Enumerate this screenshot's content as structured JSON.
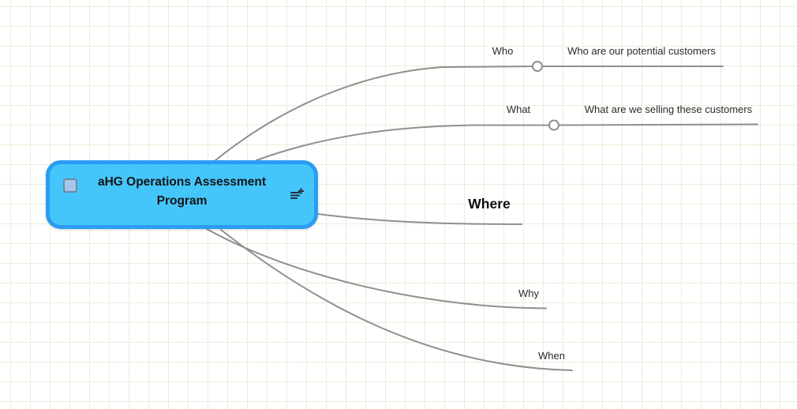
{
  "canvas": {
    "background_color": "#ffffff",
    "grid_color": "#e9eedb",
    "line_color": "#8f8f8f"
  },
  "root_node": {
    "title": "aHG Operations Assessment Program",
    "fill_color": "#45c6fb",
    "border_color": "#2b9cf2",
    "icons": [
      "checkbox-unchecked-icon",
      "add-notes-icon"
    ]
  },
  "branches": [
    {
      "label": "Who",
      "has_connector_circle": true,
      "child_label": "Who are our potential customers"
    },
    {
      "label": "What",
      "has_connector_circle": true,
      "child_label": "What are we selling these customers"
    },
    {
      "label": "Where",
      "has_connector_circle": false,
      "emphasis": true
    },
    {
      "label": "Why",
      "has_connector_circle": false
    },
    {
      "label": "When",
      "has_connector_circle": false
    }
  ]
}
